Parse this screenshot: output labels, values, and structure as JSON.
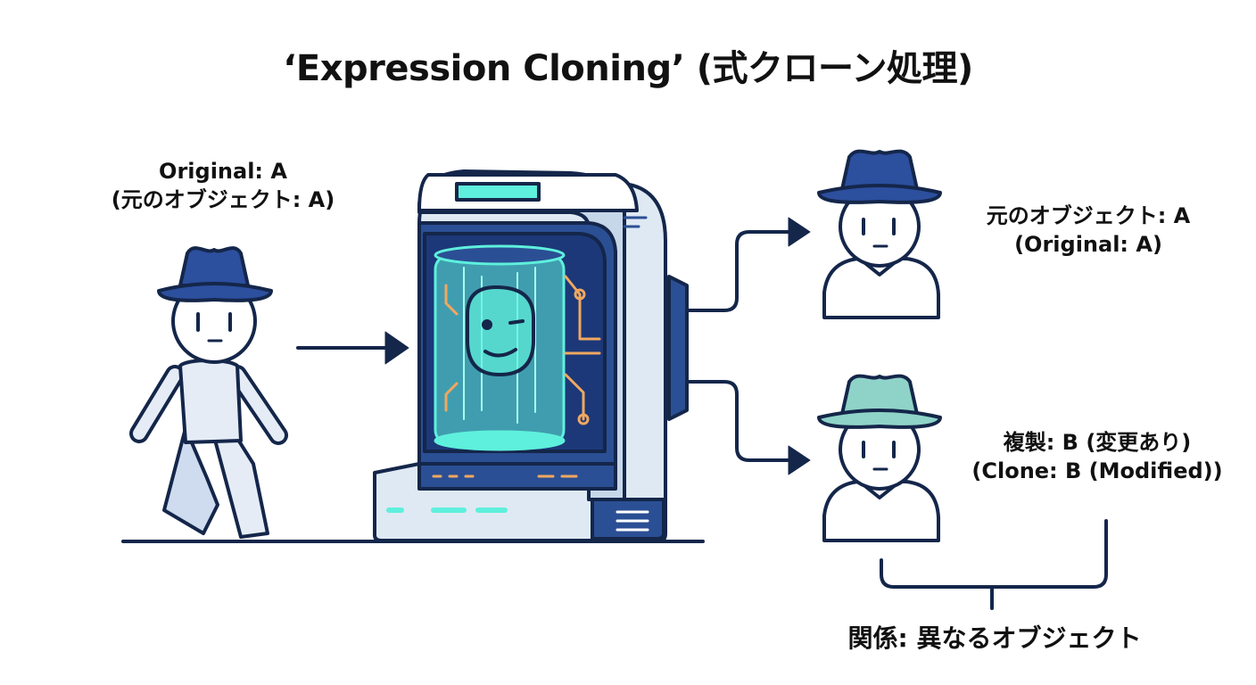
{
  "title": "‘Expression Cloning’ (式クローン処理)",
  "labels": {
    "original_line1": "Original: A",
    "original_line2": "(元のオブジェクト: A)",
    "result_a_line1": "元のオブジェクト: A",
    "result_a_line2": "(Original: A)",
    "result_b_line1": "複製: B (変更あり)",
    "result_b_line2": "(Clone: B (Modified))",
    "relation": "関係: 異なるオブジェクト"
  },
  "icons": {
    "walker": "walking-person-with-hat-icon",
    "machine": "cloning-machine-icon",
    "face": "winking-face-icon",
    "person_a": "person-blue-hat-icon",
    "person_b": "person-teal-hat-icon"
  },
  "colors": {
    "outline": "#14264a",
    "hat_original": "#2c4f9e",
    "hat_clone": "#8fd3c8",
    "machine_shell": "#dfe9f3",
    "machine_dark": "#2b4f94",
    "chamber_glow": "#5ef0dc",
    "circuit": "#f0a860",
    "text": "#111111"
  }
}
